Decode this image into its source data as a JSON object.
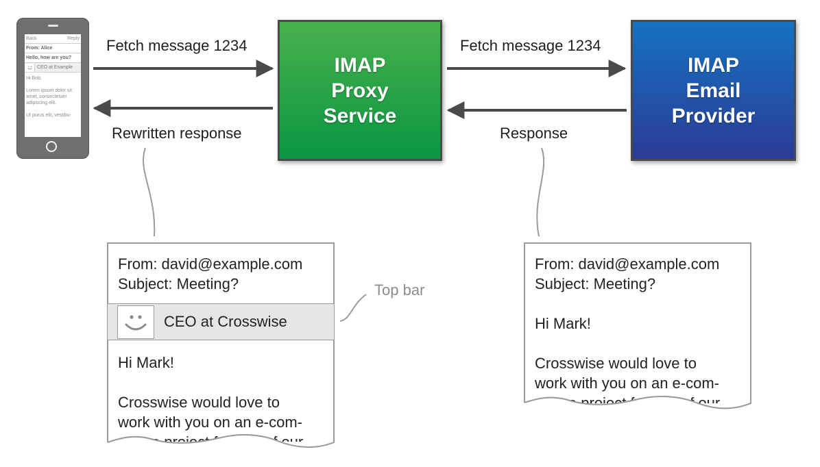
{
  "phone": {
    "nav_back": "Back",
    "nav_reply": "Reply",
    "from": "From: Alice",
    "subject": "Hello, how are you?",
    "topbar_label": "CEO at Example",
    "greeting": "Hi Bob,",
    "body_1": "Lorem ipsum dolor sit amet, consectetuer adipiscing elit.",
    "body_2": "Ut purus elit, vestibu-"
  },
  "services": {
    "proxy": "IMAP\nProxy\nService",
    "provider": "IMAP\nEmail\nProvider"
  },
  "arrows": {
    "fetch_left": "Fetch message 1234",
    "rewritten": "Rewritten response",
    "fetch_right": "Fetch message 1234",
    "response": "Response"
  },
  "rewritten_email": {
    "from": "From: david@example.com",
    "subject": "Subject: Meeting?",
    "topbar_label": "CEO at Crosswise",
    "greeting": "Hi Mark!",
    "body_1": "Crosswise would love to",
    "body_2": "work with you on an e-com-",
    "body_3": "merce project for one of our"
  },
  "original_email": {
    "from": "From: david@example.com",
    "subject": "Subject: Meeting?",
    "greeting": "Hi Mark!",
    "body_1": "Crosswise would love to",
    "body_2": "work with you on an e-com-",
    "body_3": "merce project for one of our"
  },
  "annotations": {
    "top_bar": "Top bar"
  },
  "colors": {
    "proxy_green": "#0a9642",
    "provider_blue": "#2b3b96",
    "arrow_gray": "#4a4a4a"
  }
}
